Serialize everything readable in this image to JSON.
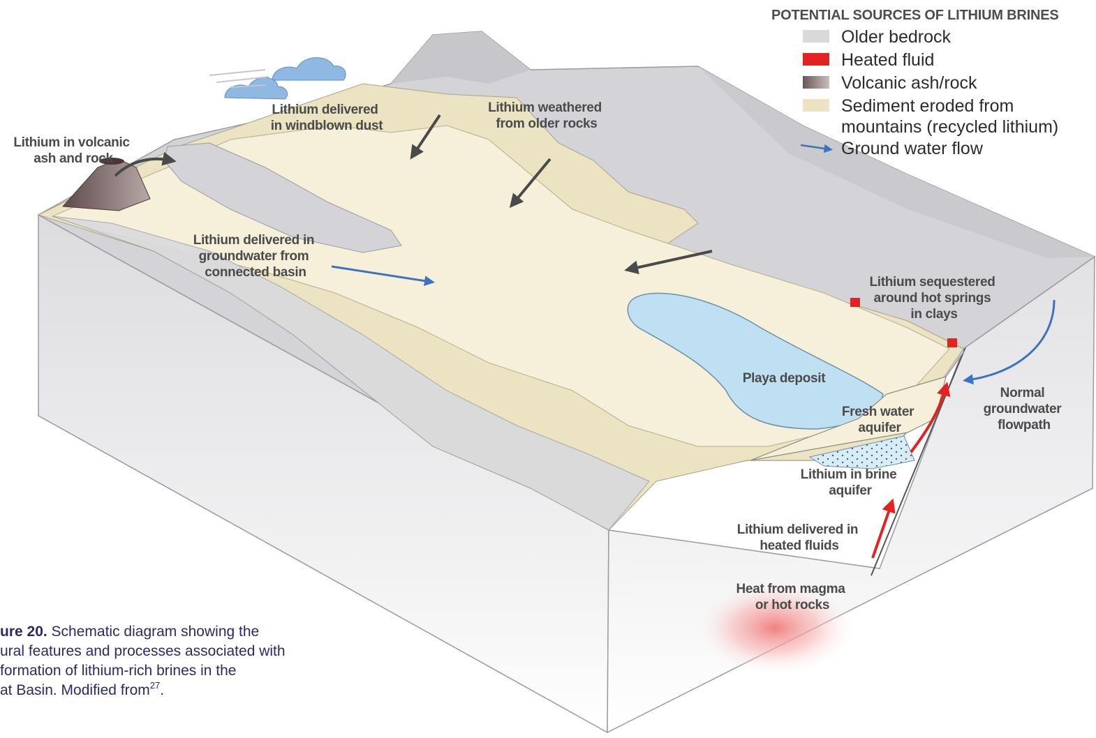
{
  "legend": {
    "title": "POTENTIAL SOURCES OF LITHIUM BRINES",
    "items": [
      {
        "key": "older-bedrock",
        "label": "Older bedrock",
        "color": "#d9d9dc"
      },
      {
        "key": "heated-fluid",
        "label": "Heated fluid",
        "color": "#e32222"
      },
      {
        "key": "volcanic-ash",
        "label": "Volcanic ash/rock",
        "color": "#8a7272"
      },
      {
        "key": "sediment",
        "label": "Sediment eroded from",
        "label2": "mountains (recycled lithium)",
        "color": "#ebe3c2"
      },
      {
        "key": "groundwater",
        "label": "Ground water flow",
        "color": "#3b73c2"
      }
    ]
  },
  "labels": {
    "volcanic": [
      "Lithium in volcanic",
      "ash and rock"
    ],
    "dust": [
      "Lithium delivered",
      "in windblown dust"
    ],
    "weathered": [
      "Lithium weathered",
      "from older rocks"
    ],
    "groundwater_basin": [
      "Lithium delivered in",
      "groundwater from",
      "connected basin"
    ],
    "hot_springs": [
      "Lithium sequestered",
      "around hot springs",
      "in clays"
    ],
    "playa": "Playa deposit",
    "fresh_aquifer": [
      "Fresh water",
      "aquifer"
    ],
    "normal_flow": [
      "Normal",
      "groundwater",
      "flowpath"
    ],
    "brine_aquifer": [
      "Lithium in brine",
      "aquifer"
    ],
    "heated_fluids": [
      "Lithium delivered in",
      "heated fluids"
    ],
    "magma": [
      "Heat from magma",
      "or hot rocks"
    ]
  },
  "caption": {
    "lines": [
      "ure 20. Schematic diagram showing the",
      "ural features and processes associated with",
      " formation of lithium-rich brines in the",
      "at Basin. Modified from"
    ],
    "figure_ref": "ure 20.",
    "superscript": "27",
    "end": "."
  },
  "colors": {
    "bedrock": "#d4d4d8",
    "bedrock_dark": "#bdbdc2",
    "sediment": "#ebe3c2",
    "valley": "#f6f0da",
    "playa": "#bfe0f2",
    "arrow_dark": "#4a4a4a",
    "arrow_blue": "#3b73c2",
    "heat": "#e32222"
  }
}
